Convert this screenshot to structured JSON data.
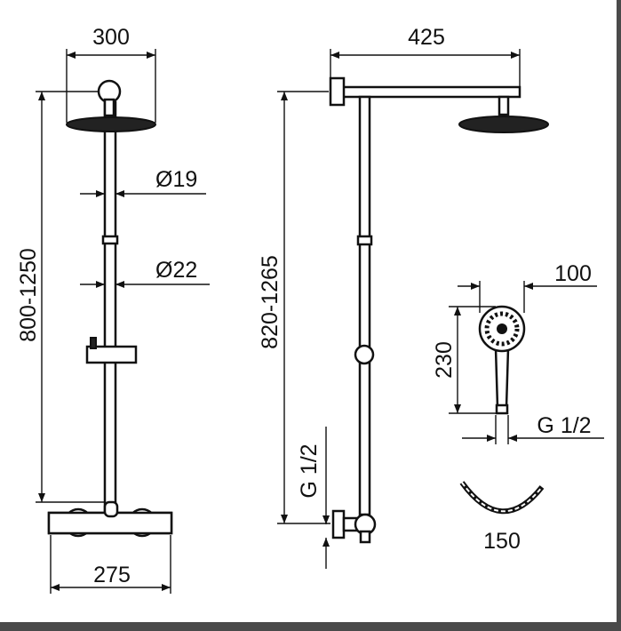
{
  "labels": {
    "head_width": "300",
    "arm_length": "425",
    "upper_pipe_diameter": "Ø19",
    "lower_pipe_diameter": "Ø22",
    "height_range_left": "800-1250",
    "height_range_right": "820-1265",
    "hand_shower_width": "100",
    "hand_shower_length": "230",
    "hand_shower_thread": "G 1/2",
    "valve_thread": "G 1/2",
    "mixer_width": "275",
    "hose_length": "150"
  },
  "colors": {
    "line": "#111111",
    "frame": "#4a4a4a",
    "background": "#ffffff"
  }
}
